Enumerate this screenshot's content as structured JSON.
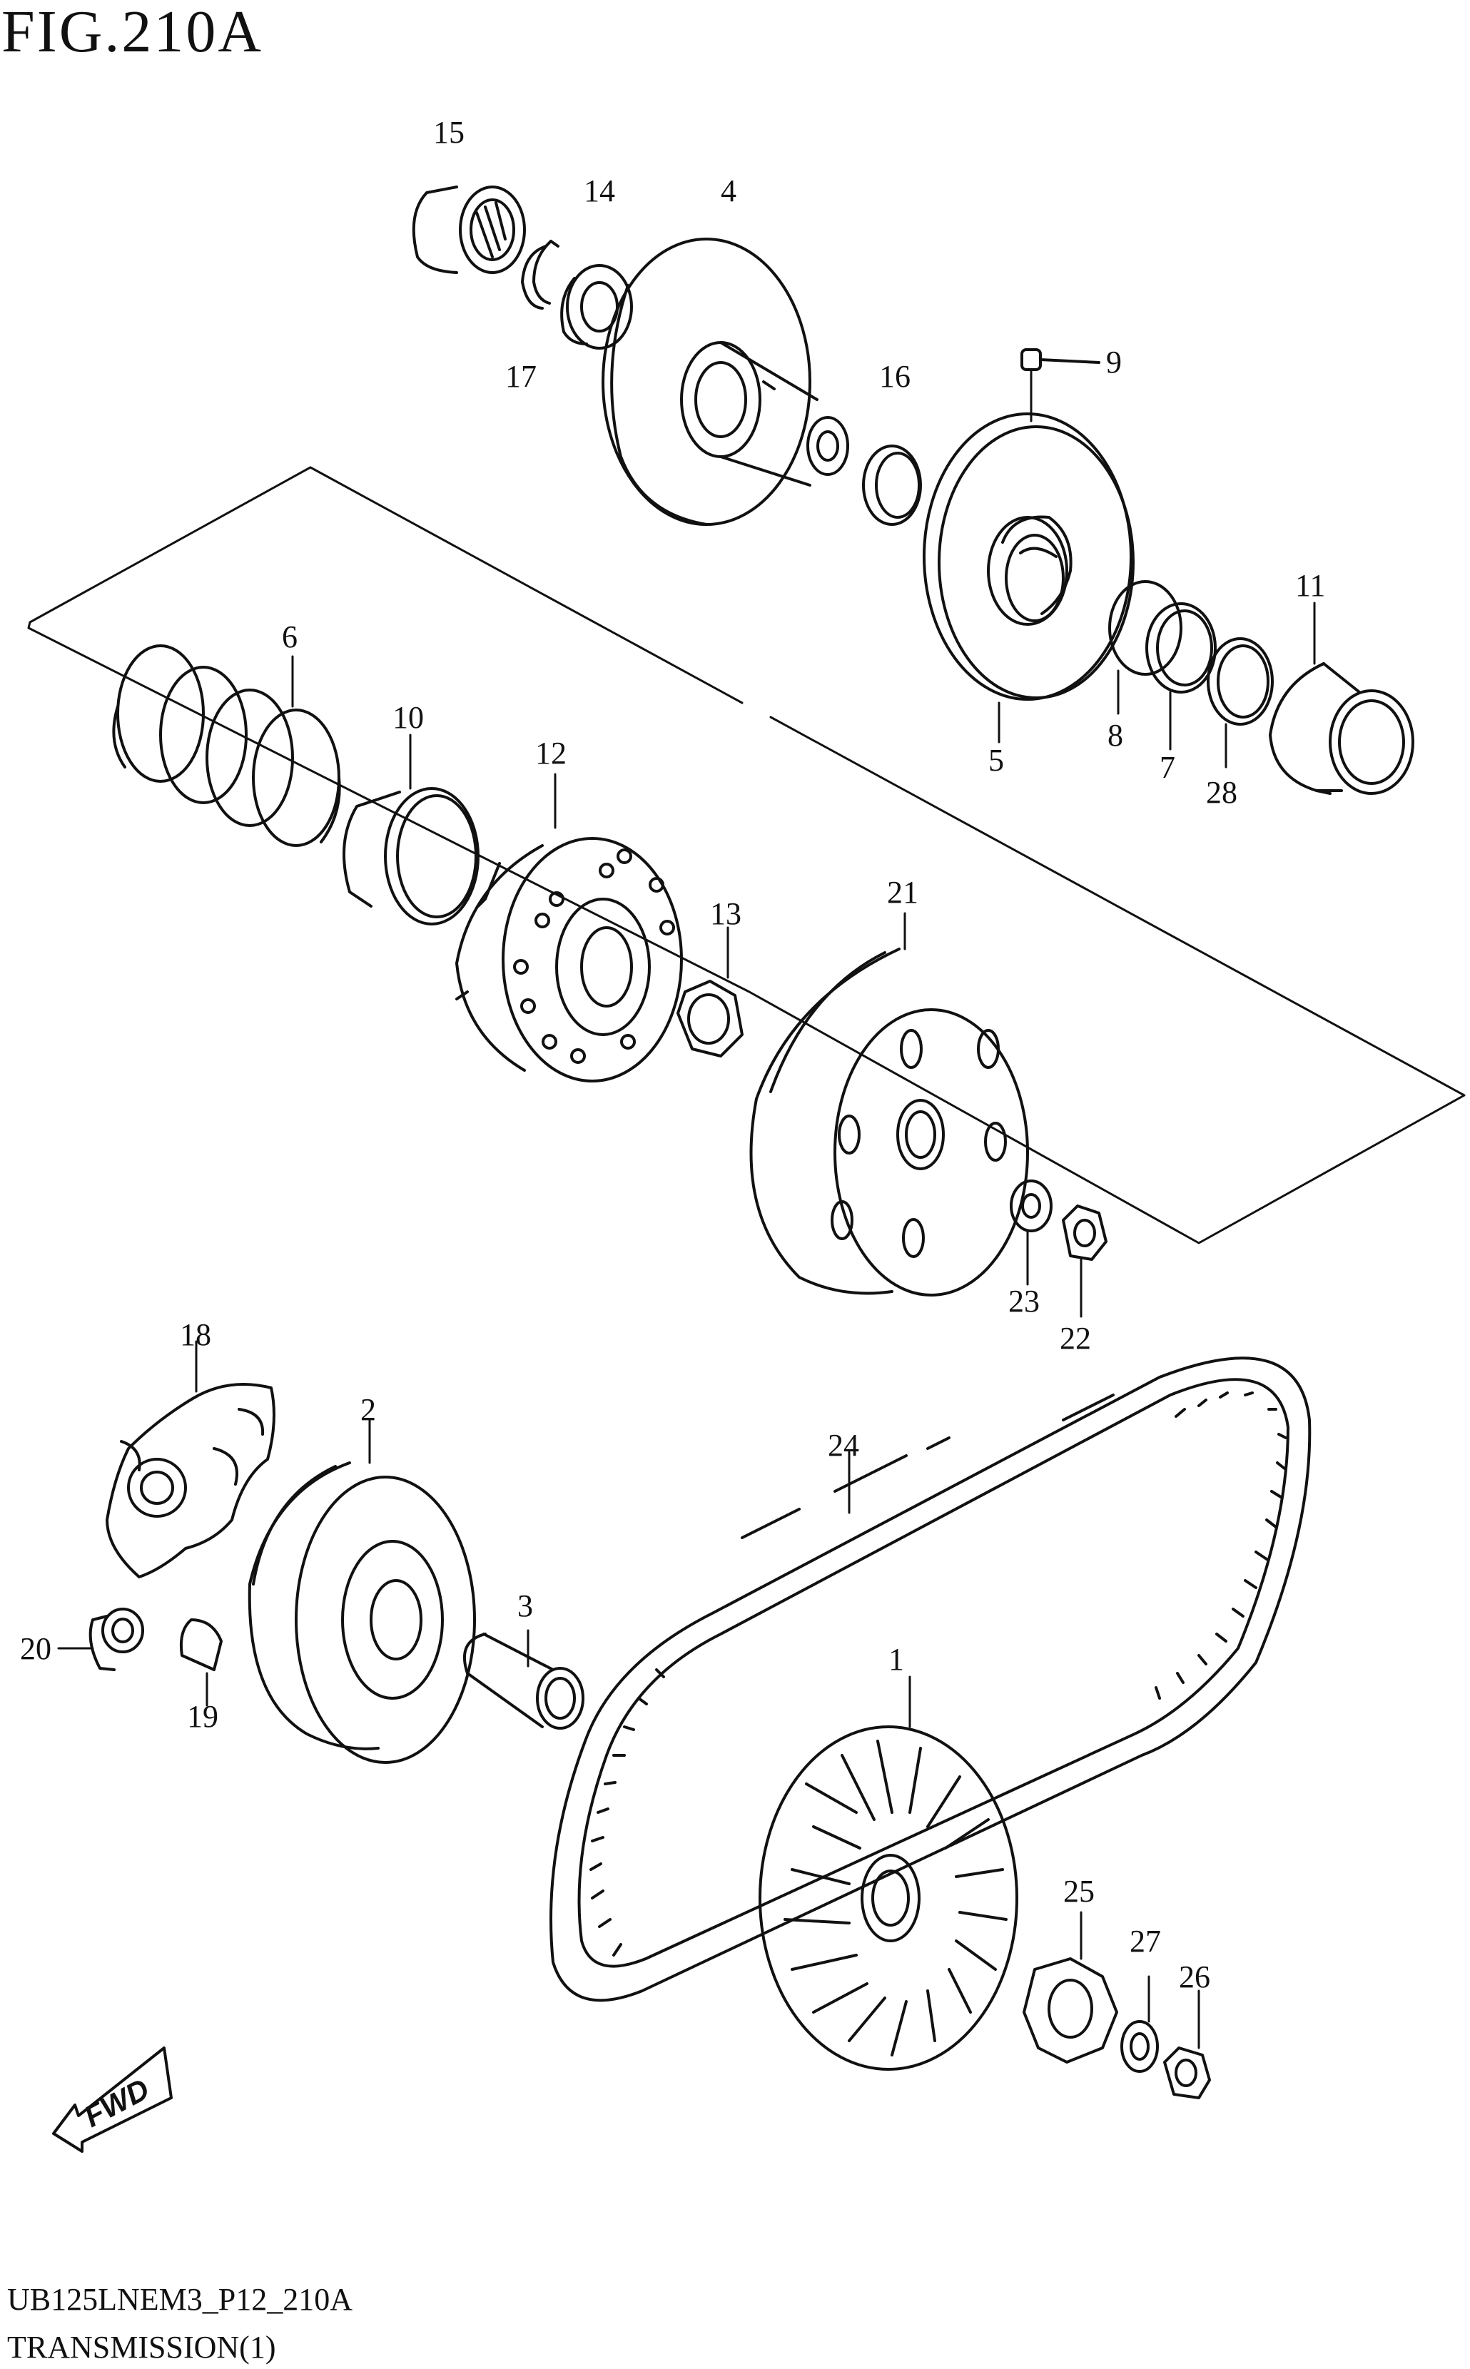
{
  "figure": {
    "title": "FIG.210A"
  },
  "footer": {
    "code": "UB125LNEM3_P12_210A",
    "name": "TRANSMISSION(1)"
  },
  "direction_indicator": {
    "label": "FWD",
    "icon": "fwd-arrow-icon"
  },
  "callouts": [
    "1",
    "2",
    "3",
    "4",
    "5",
    "6",
    "7",
    "8",
    "9",
    "10",
    "11",
    "12",
    "13",
    "14",
    "15",
    "16",
    "17",
    "18",
    "19",
    "20",
    "21",
    "22",
    "23",
    "24",
    "25",
    "26",
    "27",
    "28"
  ],
  "colors": {
    "line": "#111111",
    "background": "#ffffff"
  }
}
